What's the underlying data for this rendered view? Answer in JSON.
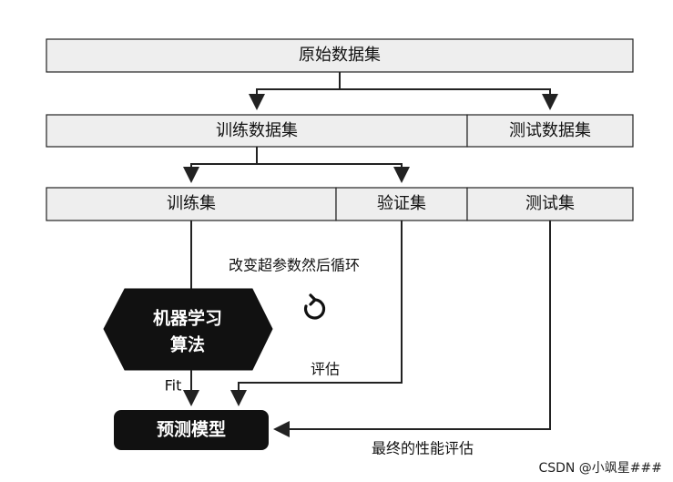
{
  "nodes": {
    "original_dataset": "原始数据集",
    "training_dataset": "训练数据集",
    "test_dataset": "测试数据集",
    "training_set": "训练集",
    "validation_set": "验证集",
    "test_set": "测试集",
    "ml_algorithm_line1": "机器学习",
    "ml_algorithm_line2": "算法",
    "predictive_model": "预测模型"
  },
  "labels": {
    "loop": "改变超参数然后循环",
    "evaluate": "评估",
    "fit": "Fit",
    "final_evaluation": "最终的性能评估"
  },
  "icons": {
    "loop_icon": "rotate-icon"
  },
  "watermark": "CSDN @小飒星###"
}
